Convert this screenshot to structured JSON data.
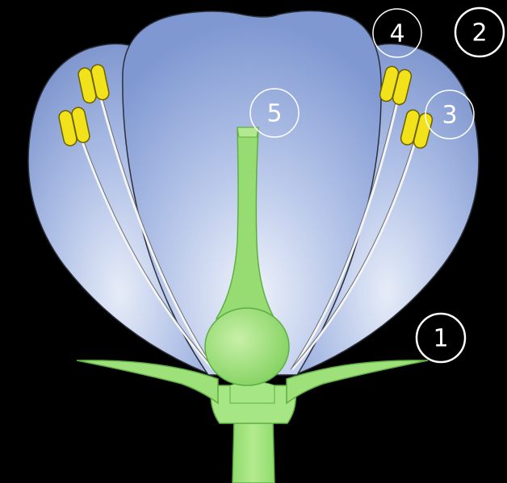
{
  "labels": [
    {
      "id": "1",
      "text": "1",
      "style": "filled"
    },
    {
      "id": "2",
      "text": "2",
      "style": "filled"
    },
    {
      "id": "3",
      "text": "3",
      "style": "outline"
    },
    {
      "id": "4",
      "text": "4",
      "style": "outline"
    },
    {
      "id": "5",
      "text": "5",
      "style": "outline"
    }
  ],
  "colors": {
    "background": "#000000",
    "petal_light": "#eef2fa",
    "petal_dark": "#7f98d2",
    "green_light": "#c8f0a8",
    "green": "#8fdc6c",
    "green_dark": "#5fae45",
    "anther": "#f2e21c",
    "filament": "#f4f4f4",
    "outline": "#3a4a3a"
  }
}
